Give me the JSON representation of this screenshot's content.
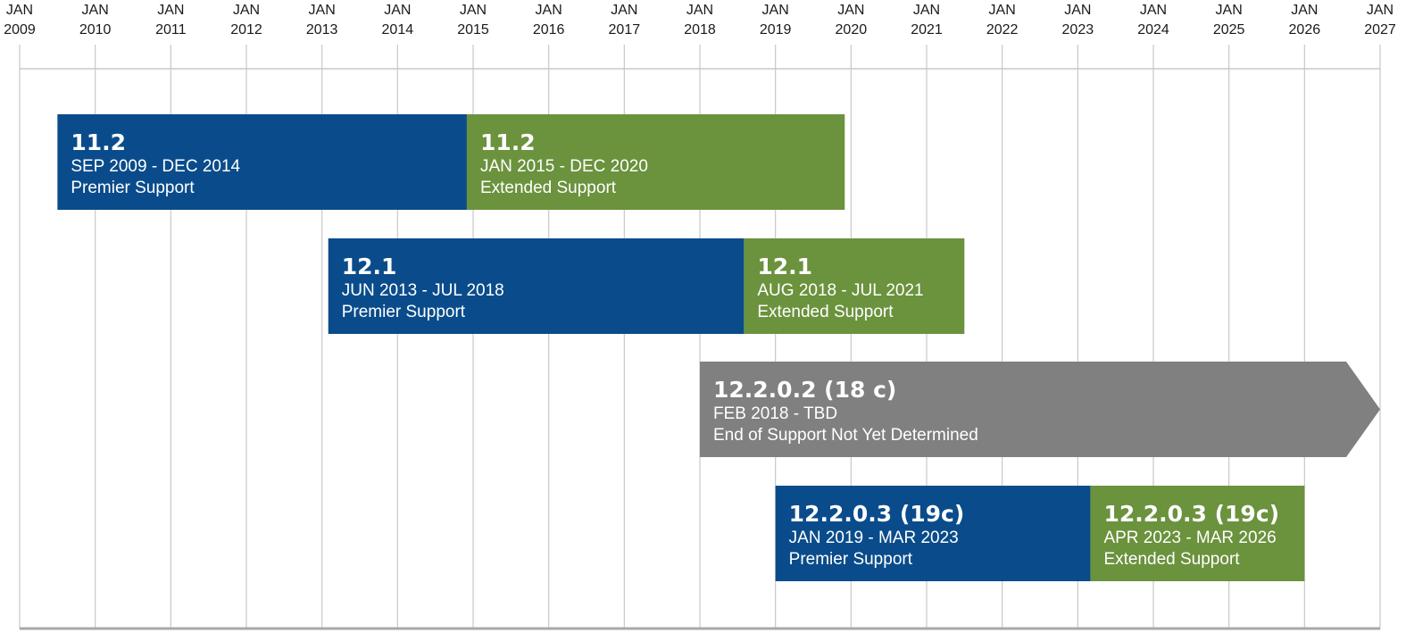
{
  "chart_data": {
    "type": "timeline",
    "x_start": "2009-01",
    "x_end": "2027-01",
    "ticks": [
      {
        "month": "JAN",
        "year": "2009"
      },
      {
        "month": "JAN",
        "year": "2010"
      },
      {
        "month": "JAN",
        "year": "2011"
      },
      {
        "month": "JAN",
        "year": "2012"
      },
      {
        "month": "JAN",
        "year": "2013"
      },
      {
        "month": "JAN",
        "year": "2014"
      },
      {
        "month": "JAN",
        "year": "2015"
      },
      {
        "month": "JAN",
        "year": "2016"
      },
      {
        "month": "JAN",
        "year": "2017"
      },
      {
        "month": "JAN",
        "year": "2018"
      },
      {
        "month": "JAN",
        "year": "2019"
      },
      {
        "month": "JAN",
        "year": "2020"
      },
      {
        "month": "JAN",
        "year": "2021"
      },
      {
        "month": "JAN",
        "year": "2022"
      },
      {
        "month": "JAN",
        "year": "2023"
      },
      {
        "month": "JAN",
        "year": "2024"
      },
      {
        "month": "JAN",
        "year": "2025"
      },
      {
        "month": "JAN",
        "year": "2026"
      },
      {
        "month": "JAN",
        "year": "2027"
      }
    ],
    "colors": {
      "premier": "#0a4c8b",
      "extended": "#6b923d",
      "tbd": "#808080",
      "grid": "#c8c8c8",
      "axis": "#a8a8a8"
    },
    "bars": [
      {
        "row": 0,
        "version": "11.2",
        "dates": "SEP 2009 - DEC 2014",
        "label": "Premier Support",
        "kind": "premier",
        "start": "2009-07",
        "end": "2014-12"
      },
      {
        "row": 0,
        "version": "11.2",
        "dates": "JAN 2015 - DEC 2020",
        "label": "Extended Support",
        "kind": "extended",
        "start": "2014-12",
        "end": "2019-12"
      },
      {
        "row": 1,
        "version": "12.1",
        "dates": "JUN 2013 - JUL 2018",
        "label": "Premier Support",
        "kind": "premier",
        "start": "2013-02",
        "end": "2018-08"
      },
      {
        "row": 1,
        "version": "12.1",
        "dates": "AUG 2018 - JUL 2021",
        "label": "Extended Support",
        "kind": "extended",
        "start": "2018-08",
        "end": "2021-07"
      },
      {
        "row": 2,
        "version": "12.2.0.2 (18 c)",
        "dates": "FEB 2018 - TBD",
        "label": "End of Support Not Yet Determined",
        "kind": "tbd",
        "start": "2018-01",
        "end": "2027-01",
        "arrow": true
      },
      {
        "row": 3,
        "version": "12.2.0.3 (19c)",
        "dates": "JAN 2019 - MAR 2023",
        "label": "Premier Support",
        "kind": "premier",
        "start": "2019-01",
        "end": "2023-03"
      },
      {
        "row": 3,
        "version": "12.2.0.3 (19c)",
        "dates": "APR 2023 - MAR 2026",
        "label": "Extended Support",
        "kind": "extended",
        "start": "2023-03",
        "end": "2026-01"
      }
    ]
  }
}
